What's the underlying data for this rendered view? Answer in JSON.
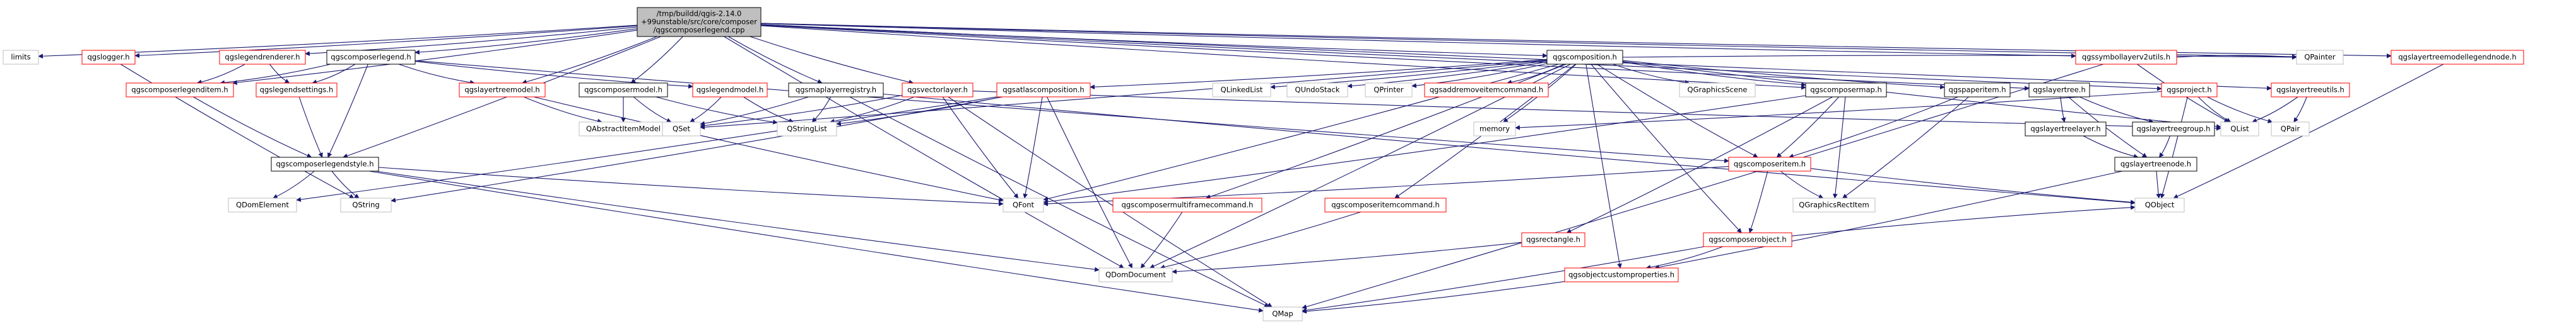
{
  "colors": {
    "edge": "#191970",
    "missing_border": "#bfbfbf",
    "missing_fill": "#ffffff",
    "doc_border": "#ff0000",
    "doc_fill": "#ffffff",
    "root_border": "#000000",
    "root_fill": "#bfbfbf",
    "link_border": "#000000",
    "link_fill": "#ffffff"
  },
  "nodes": [
    {
      "id": "root",
      "kind": "root",
      "lines": [
        "/tmp/buildd/qgis-2.14.0",
        "+99unstable/src/core/composer",
        "/qgscomposerlegend.cpp"
      ]
    },
    {
      "id": "limits",
      "kind": "missing",
      "lines": [
        "limits"
      ]
    },
    {
      "id": "qgslogger",
      "kind": "doc",
      "lines": [
        "qgslogger.h"
      ]
    },
    {
      "id": "qgslegendrenderer",
      "kind": "doc",
      "lines": [
        "qgslegendrenderer.h"
      ]
    },
    {
      "id": "qgscomposerlegend",
      "kind": "link",
      "lines": [
        "qgscomposerlegend.h"
      ]
    },
    {
      "id": "qgscomposerlegenditem",
      "kind": "doc",
      "lines": [
        "qgscomposerlegenditem.h"
      ]
    },
    {
      "id": "qgslegendsettings",
      "kind": "doc",
      "lines": [
        "qgslegendsettings.h"
      ]
    },
    {
      "id": "qgscomposerlegendstyle",
      "kind": "link",
      "lines": [
        "qgscomposerlegendstyle.h"
      ]
    },
    {
      "id": "QDomElement",
      "kind": "missing",
      "lines": [
        "QDomElement"
      ]
    },
    {
      "id": "QString",
      "kind": "missing",
      "lines": [
        "QString"
      ]
    },
    {
      "id": "qgslayertreemodel",
      "kind": "doc",
      "lines": [
        "qgslayertreemodel.h"
      ]
    },
    {
      "id": "qgscomposermodel",
      "kind": "link",
      "lines": [
        "qgscomposermodel.h"
      ]
    },
    {
      "id": "QAbstractItemModel",
      "kind": "missing",
      "lines": [
        "QAbstractItemModel"
      ]
    },
    {
      "id": "qgslegendmodel",
      "kind": "doc",
      "lines": [
        "qgslegendmodel.h"
      ]
    },
    {
      "id": "QSet",
      "kind": "missing",
      "lines": [
        "QSet"
      ]
    },
    {
      "id": "qgsmaplayerregistry",
      "kind": "link",
      "lines": [
        "qgsmaplayerregistry.h"
      ]
    },
    {
      "id": "QStringList",
      "kind": "missing",
      "lines": [
        "QStringList"
      ]
    },
    {
      "id": "qgsvectorlayer",
      "kind": "doc",
      "lines": [
        "qgsvectorlayer.h"
      ]
    },
    {
      "id": "qgsatlascomposition",
      "kind": "doc",
      "lines": [
        "qgsatlascomposition.h"
      ]
    },
    {
      "id": "QFont",
      "kind": "missing",
      "lines": [
        "QFont"
      ]
    },
    {
      "id": "QDomDocument",
      "kind": "missing",
      "lines": [
        "QDomDocument"
      ]
    },
    {
      "id": "QMap",
      "kind": "missing",
      "lines": [
        "QMap"
      ]
    },
    {
      "id": "qgscomposition",
      "kind": "link",
      "lines": [
        "qgscomposition.h"
      ]
    },
    {
      "id": "QLinkedList",
      "kind": "missing",
      "lines": [
        "QLinkedList"
      ]
    },
    {
      "id": "QUndoStack",
      "kind": "missing",
      "lines": [
        "QUndoStack"
      ]
    },
    {
      "id": "QPrinter",
      "kind": "missing",
      "lines": [
        "QPrinter"
      ]
    },
    {
      "id": "qgsaddremoveitemcommand",
      "kind": "doc",
      "lines": [
        "qgsaddremoveitemcommand.h"
      ]
    },
    {
      "id": "QGraphicsScene",
      "kind": "missing",
      "lines": [
        "QGraphicsScene"
      ]
    },
    {
      "id": "memory",
      "kind": "missing",
      "lines": [
        "memory"
      ]
    },
    {
      "id": "qgscomposermultiframecommand",
      "kind": "doc",
      "lines": [
        "qgscomposermultiframecommand.h"
      ]
    },
    {
      "id": "qgscomposeritemcommand",
      "kind": "doc",
      "lines": [
        "qgscomposeritemcommand.h"
      ]
    },
    {
      "id": "qgscomposermap",
      "kind": "link",
      "lines": [
        "qgscomposermap.h"
      ]
    },
    {
      "id": "qgscomposeritem",
      "kind": "doc",
      "lines": [
        "qgscomposeritem.h"
      ]
    },
    {
      "id": "QGraphicsRectItem",
      "kind": "missing",
      "lines": [
        "QGraphicsRectItem"
      ]
    },
    {
      "id": "qgsrectangle",
      "kind": "doc",
      "lines": [
        "qgsrectangle.h"
      ]
    },
    {
      "id": "qgscomposerobject",
      "kind": "doc",
      "lines": [
        "qgscomposerobject.h"
      ]
    },
    {
      "id": "qgsobjectcustomproperties",
      "kind": "doc",
      "lines": [
        "qgsobjectcustomproperties.h"
      ]
    },
    {
      "id": "qgspaperitem",
      "kind": "link",
      "lines": [
        "qgspaperitem.h"
      ]
    },
    {
      "id": "qgslayertree",
      "kind": "link",
      "lines": [
        "qgslayertree.h"
      ]
    },
    {
      "id": "qgslayertreelayer",
      "kind": "link",
      "lines": [
        "qgslayertreelayer.h"
      ]
    },
    {
      "id": "qgslayertreegroup",
      "kind": "link",
      "lines": [
        "qgslayertreegroup.h"
      ]
    },
    {
      "id": "qgslayertreenode",
      "kind": "link",
      "lines": [
        "qgslayertreenode.h"
      ]
    },
    {
      "id": "QObject",
      "kind": "missing",
      "lines": [
        "QObject"
      ]
    },
    {
      "id": "qgsproject",
      "kind": "doc",
      "lines": [
        "qgsproject.h"
      ]
    },
    {
      "id": "QList",
      "kind": "missing",
      "lines": [
        "QList"
      ]
    },
    {
      "id": "QPair",
      "kind": "missing",
      "lines": [
        "QPair"
      ]
    },
    {
      "id": "qgssymbollayerv2utils",
      "kind": "doc",
      "lines": [
        "qgssymbollayerv2utils.h"
      ]
    },
    {
      "id": "QPainter",
      "kind": "missing",
      "lines": [
        "QPainter"
      ]
    },
    {
      "id": "qgslayertreeutils",
      "kind": "doc",
      "lines": [
        "qgslayertreeutils.h"
      ]
    },
    {
      "id": "qgslayertreemodellegendnode",
      "kind": "doc",
      "lines": [
        "qgslayertreemodellegendnode.h"
      ]
    }
  ]
}
